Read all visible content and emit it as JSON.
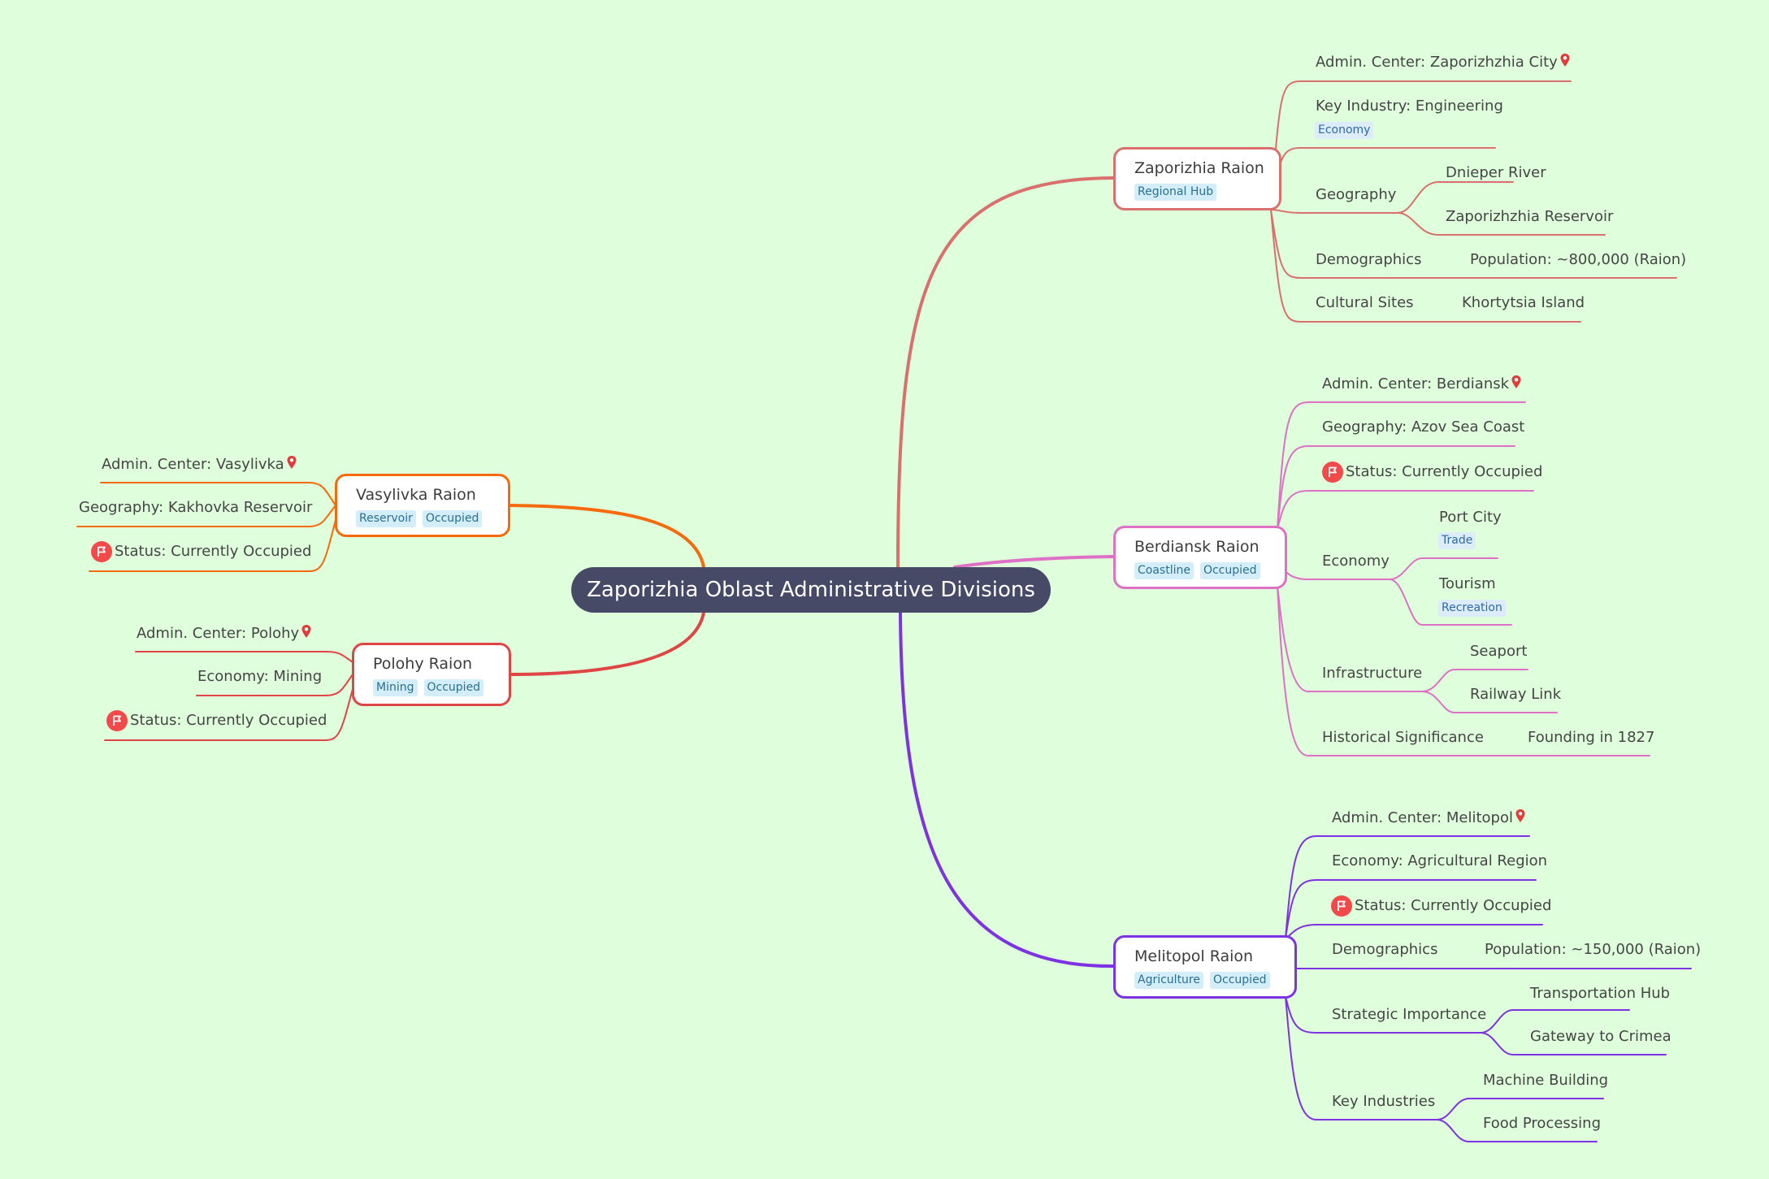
{
  "root": {
    "title": "Zaporizhia Oblast Administrative Divisions"
  },
  "colors": {
    "background": "#dffedc",
    "central": "#464a66",
    "zaporizhia": "#d9706e",
    "berdiansk": "#de70c6",
    "melitopol": "#7d33e3",
    "vasylivka": "#f46a0d",
    "polohy": "#e04545",
    "flag": "#f24a4a",
    "pin": "#e03c3c"
  },
  "icons": {
    "flag": "flag-icon",
    "pin": "map-pin-icon"
  },
  "zaporizhia": {
    "title": "Zaporizhia Raion",
    "tag": "Regional Hub",
    "admin": "Admin. Center: Zaporizhzhia City",
    "industry": "Key Industry: Engineering",
    "industry_tag": "Economy",
    "geography": "Geography",
    "geo1": "Dnieper River",
    "geo2": "Zaporizhzhia Reservoir",
    "demographics": "Demographics",
    "population": "Population: ~800,000 (Raion)",
    "cultural": "Cultural Sites",
    "khortytsia": "Khortytsia Island"
  },
  "berdiansk": {
    "title": "Berdiansk Raion",
    "tag1": "Coastline",
    "tag2": "Occupied",
    "admin": "Admin. Center: Berdiansk",
    "geography": "Geography: Azov Sea Coast",
    "status": "Status: Currently Occupied",
    "economy": "Economy",
    "port": "Port City",
    "port_tag": "Trade",
    "tourism": "Tourism",
    "tourism_tag": "Recreation",
    "infrastructure": "Infrastructure",
    "seaport": "Seaport",
    "railway": "Railway Link",
    "historical": "Historical Significance",
    "founding": "Founding in 1827"
  },
  "melitopol": {
    "title": "Melitopol Raion",
    "tag1": "Agriculture",
    "tag2": "Occupied",
    "admin": "Admin. Center: Melitopol",
    "economy": "Economy: Agricultural Region",
    "status": "Status: Currently Occupied",
    "demographics": "Demographics",
    "population": "Population: ~150,000 (Raion)",
    "strategic": "Strategic Importance",
    "transport": "Transportation Hub",
    "gateway": "Gateway to Crimea",
    "industries": "Key Industries",
    "machine": "Machine Building",
    "food": "Food Processing"
  },
  "vasylivka": {
    "title": "Vasylivka Raion",
    "tag1": "Reservoir",
    "tag2": "Occupied",
    "admin": "Admin. Center: Vasylivka",
    "geography": "Geography: Kakhovka Reservoir",
    "status": "Status: Currently Occupied"
  },
  "polohy": {
    "title": "Polohy Raion",
    "tag1": "Mining",
    "tag2": "Occupied",
    "admin": "Admin. Center: Polohy",
    "economy": "Economy: Mining",
    "status": "Status: Currently Occupied"
  }
}
